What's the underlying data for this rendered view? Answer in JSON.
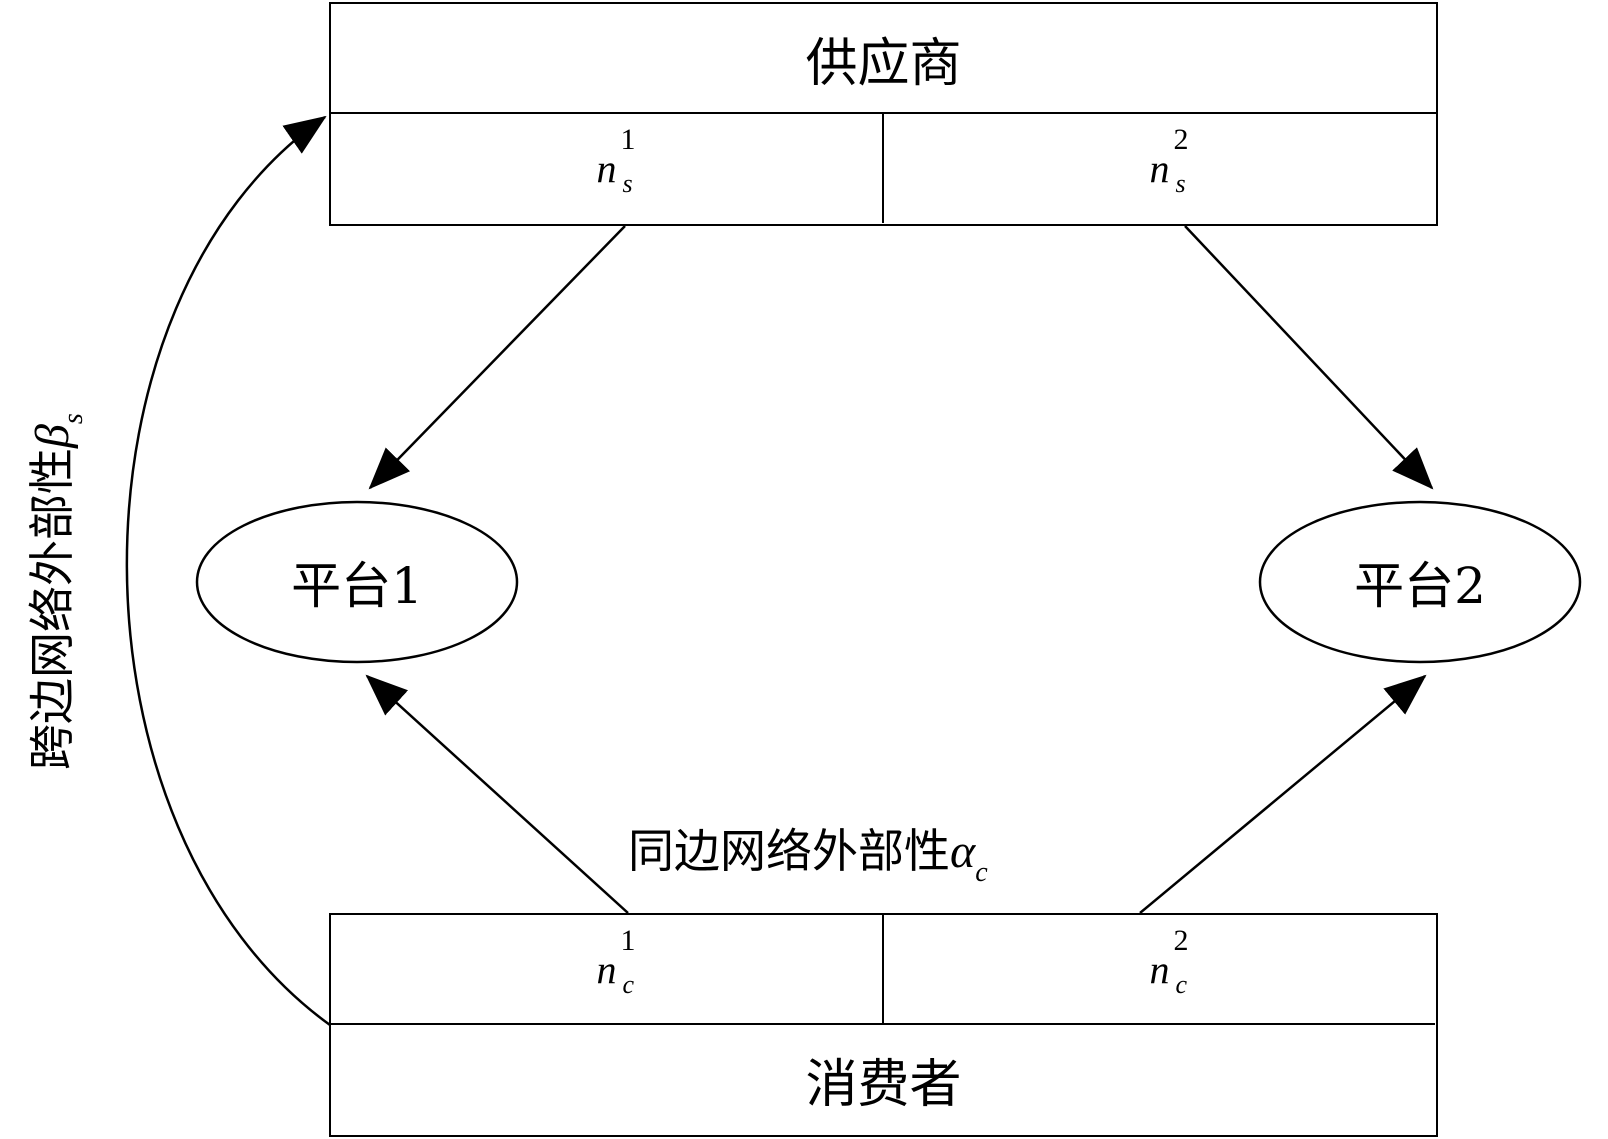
{
  "supplier": {
    "title": "供应商",
    "left": {
      "base": "n",
      "sup": "1",
      "sub": "s"
    },
    "right": {
      "base": "n",
      "sup": "2",
      "sub": "s"
    }
  },
  "consumer": {
    "title": "消费者",
    "left": {
      "base": "n",
      "sup": "1",
      "sub": "c"
    },
    "right": {
      "base": "n",
      "sup": "2",
      "sub": "c"
    }
  },
  "platforms": {
    "p1": "平台1",
    "p2": "平台2"
  },
  "same_side": {
    "text": "同边网络外部性",
    "symbol": "α",
    "sub": "c"
  },
  "cross_side": {
    "text": "跨边网络外部性",
    "symbol": "β",
    "sub": "s"
  }
}
